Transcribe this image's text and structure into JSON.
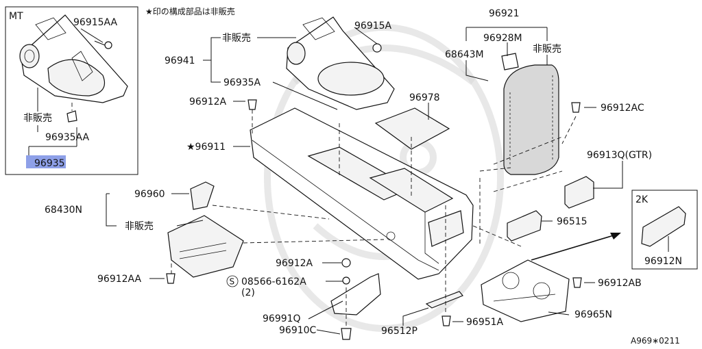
{
  "header_note": "★印の構成部品は非販売",
  "footer_code": "A969∗0211",
  "colors": {
    "highlight": "#8ea0e8",
    "line": "#111111",
    "watermark": "#d9d9d9"
  },
  "mt_inset": {
    "title": "MT",
    "labels": {
      "screw": "96915AA",
      "not_sold": "非販売",
      "clip": "96935AA",
      "part": "96935"
    }
  },
  "k2_inset": {
    "title": "2K",
    "part": "96912N"
  },
  "labels": {
    "p96915A": "96915A",
    "not_sold_top": "非販売",
    "p96941": "96941",
    "p96935A": "96935A",
    "p96912A_top": "96912A",
    "p96978": "96978",
    "p96921": "96921",
    "p96928M": "96928M",
    "p68643M": "68643M",
    "not_sold_lid": "非販売",
    "p96912AC": "96912AC",
    "p96911": "★96911",
    "p96913Q": "96913Q(GTR)",
    "p96960": "96960",
    "p68430N": "68430N",
    "not_sold_ash": "非販売",
    "p96515": "96515",
    "p96912A_mid": "96912A",
    "p96912AA": "96912AA",
    "screw_mark": "S",
    "p08566": "08566-6162A",
    "qty2": "(2)",
    "p96912AB": "96912AB",
    "p96991Q": "96991Q",
    "p96512P": "96512P",
    "p96951A": "96951A",
    "p96965N": "96965N",
    "p96910C": "96910C"
  }
}
